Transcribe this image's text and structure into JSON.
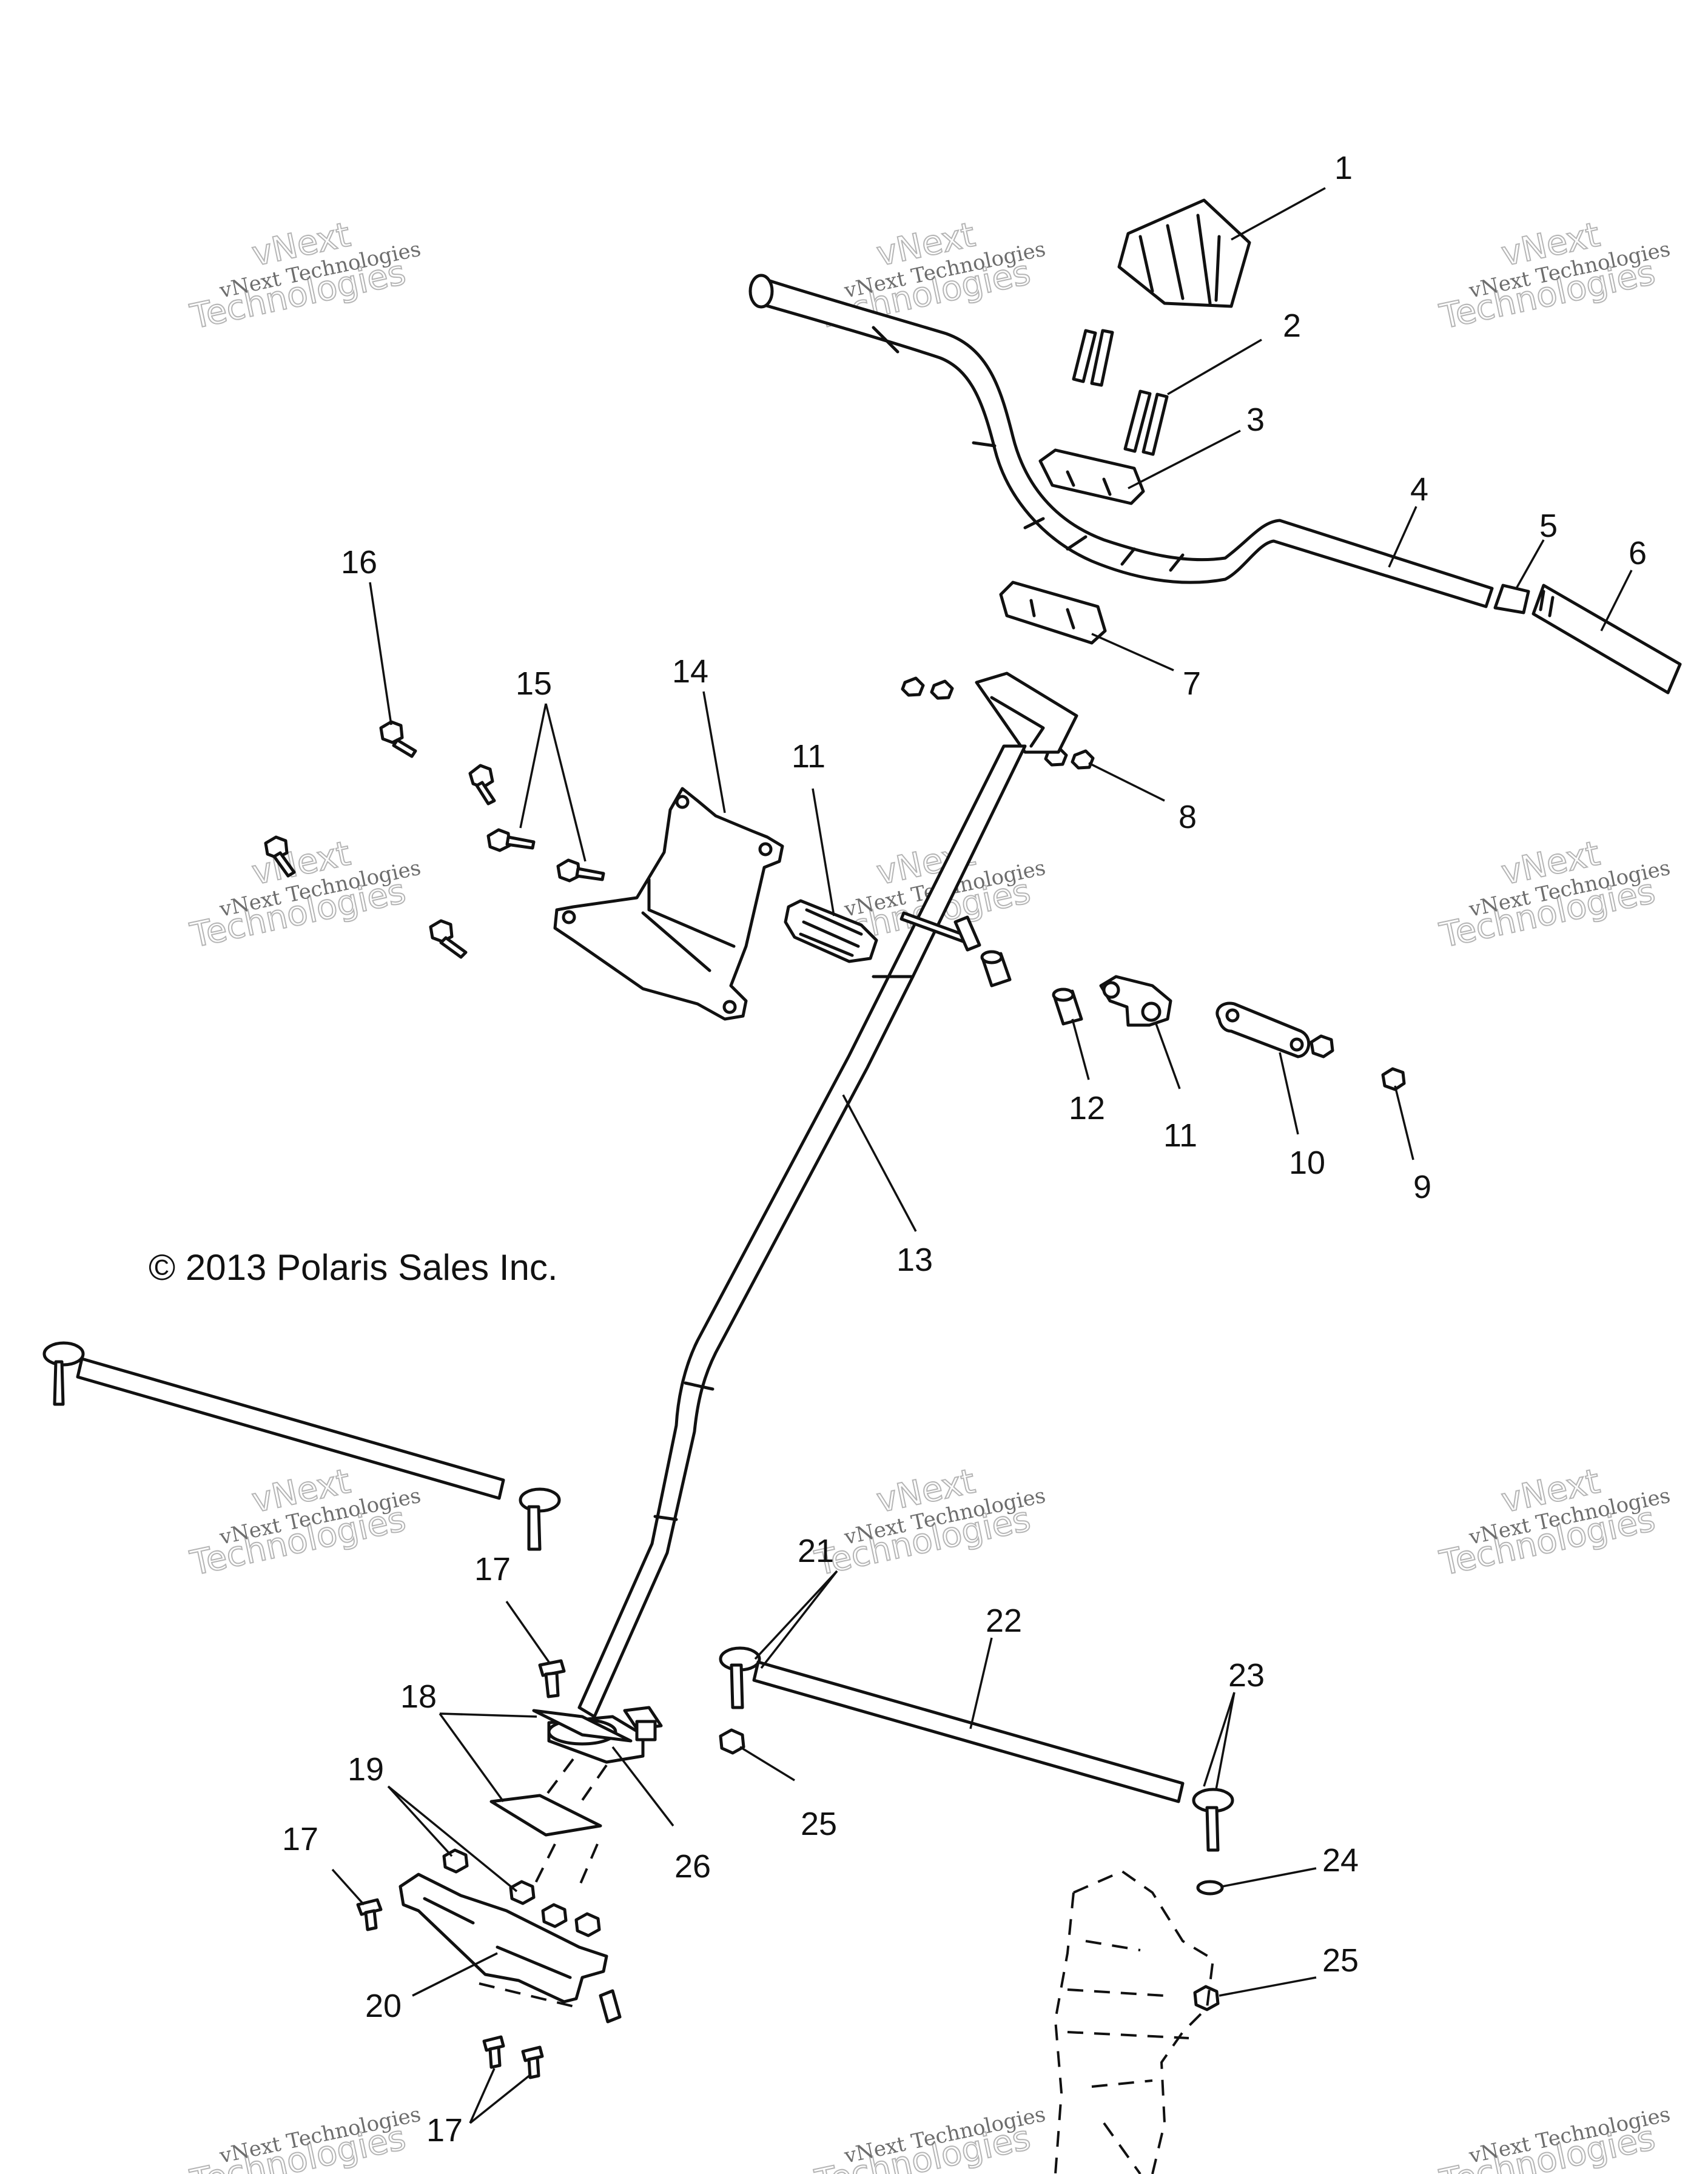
{
  "copyright": "© 2013 Polaris Sales Inc.",
  "watermark": {
    "line1": "vNext Technologies",
    "line2": "Technologies",
    "small": "vNext"
  },
  "callouts": {
    "c1": "1",
    "c2": "2",
    "c3": "3",
    "c4": "4",
    "c5": "5",
    "c6": "6",
    "c7": "7",
    "c8": "8",
    "c9": "9",
    "c10": "10",
    "c11a": "11",
    "c11b": "11",
    "c12": "12",
    "c13": "13",
    "c14": "14",
    "c15": "15",
    "c16": "16",
    "c17a": "17",
    "c17b": "17",
    "c17c": "17",
    "c18": "18",
    "c19": "19",
    "c20": "20",
    "c21": "21",
    "c22": "22",
    "c23": "23",
    "c24": "24",
    "c25a": "25",
    "c25b": "25",
    "c26": "26"
  }
}
